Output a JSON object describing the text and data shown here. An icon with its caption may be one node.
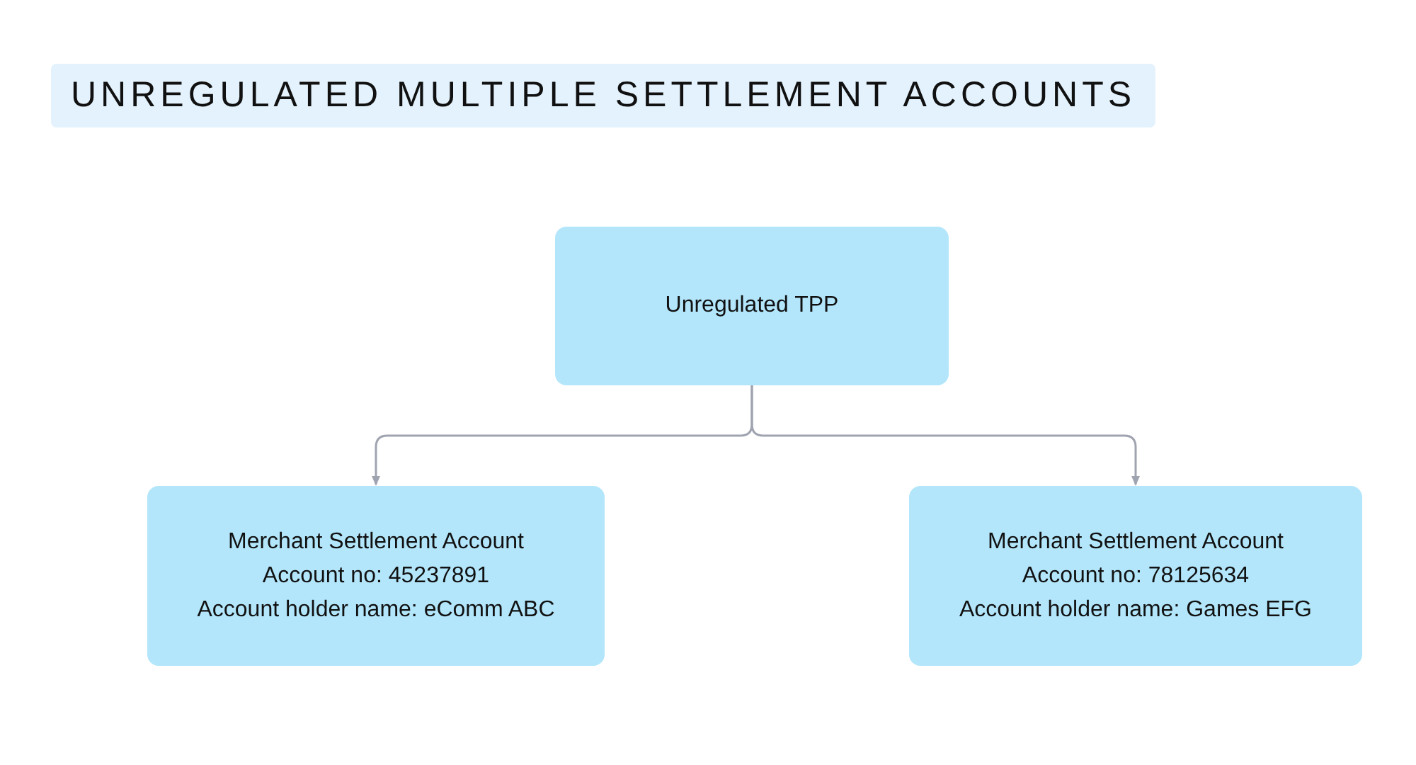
{
  "diagram": {
    "title": "UNREGULATED MULTIPLE SETTLEMENT ACCOUNTS",
    "nodes": [
      {
        "text": [
          "Unregulated TPP"
        ]
      },
      {
        "text": [
          "Merchant Settlement Account",
          "Account no: 45237891",
          "Account holder name: eComm ABC"
        ]
      },
      {
        "text": [
          "Merchant Settlement Account",
          "Account no: 78125634",
          "Account holder name: Games EFG"
        ]
      }
    ],
    "edges": [
      {
        "from": 0,
        "to": 1,
        "arrow": "to"
      },
      {
        "from": 0,
        "to": 2,
        "arrow": "to"
      }
    ]
  }
}
